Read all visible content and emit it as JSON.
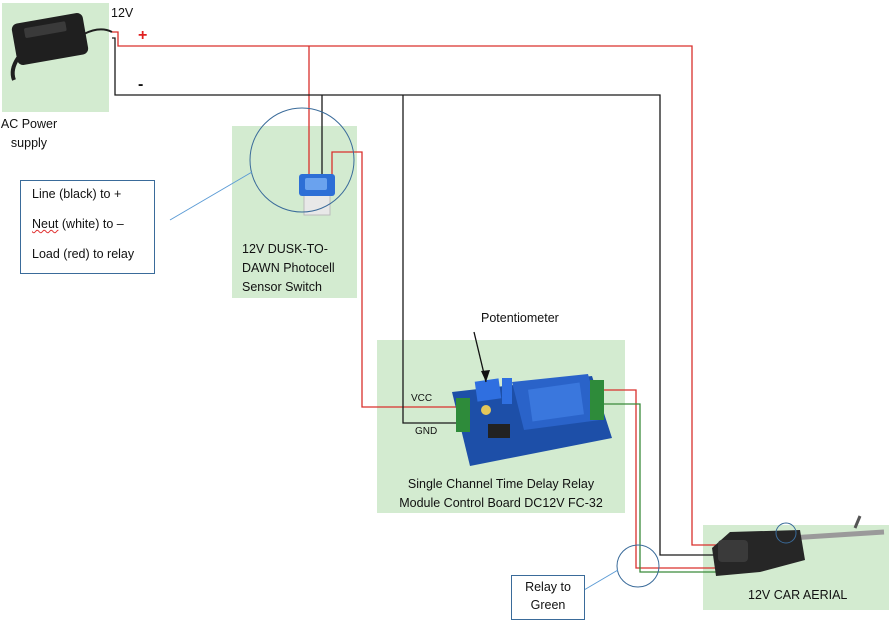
{
  "power_supply": {
    "label_line1": "AC Power",
    "label_line2": "supply",
    "voltage": "12V",
    "positive": "+",
    "negative": "-"
  },
  "photocell": {
    "label_line1": "12V DUSK-TO-",
    "label_line2": "DAWN Photocell",
    "label_line3": "Sensor Switch"
  },
  "wiring_note": {
    "line1": "Line (black) to +",
    "line2_word": "Neut",
    "line2_rest": " (white) to –",
    "line3": "Load (red) to relay"
  },
  "relay": {
    "potentiometer": "Potentiometer",
    "vcc": "VCC",
    "gnd": "GND",
    "label_line1": "Single Channel Time Delay Relay",
    "label_line2": "Module Control Board DC12V FC-32"
  },
  "relay_note": {
    "line1": "Relay to",
    "line2": "Green"
  },
  "aerial": {
    "label": "12V CAR AERIAL"
  },
  "colors": {
    "positive_wire": "#d9302c",
    "negative_wire": "#1a1a1a",
    "green_wire": "#3a8a3a",
    "callout": "#3a6b9a",
    "panel": "#d3ebd0"
  }
}
